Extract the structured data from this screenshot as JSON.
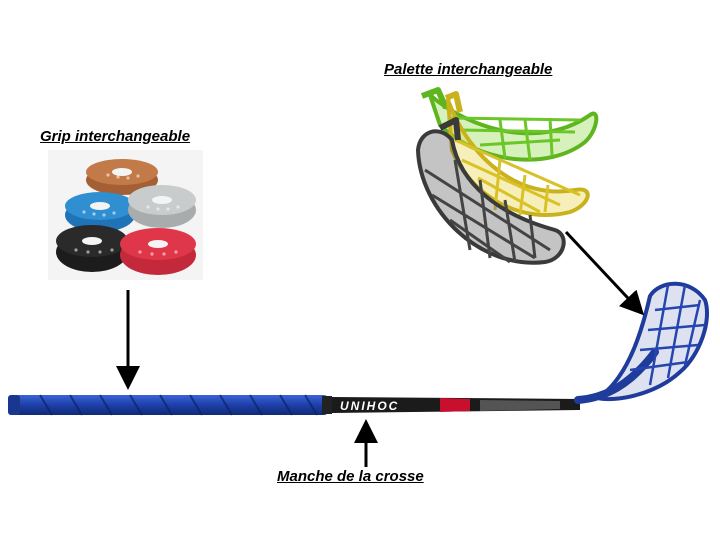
{
  "labels": {
    "grip": "Grip interchangeable",
    "palette": "Palette interchangeable",
    "manche": "Manche de la crosse"
  },
  "stick": {
    "brand": "UNIHOC",
    "shaft_color": "#1d3fa8",
    "blade_color": "#1f3c9c"
  },
  "grip_roll_colors": [
    "#a45f35",
    "#2f8fd0",
    "#c9cccc",
    "#2a2a2a",
    "#e0364a"
  ],
  "blade_colors": [
    "#8bd63f",
    "#e8d23a",
    "#555555"
  ]
}
